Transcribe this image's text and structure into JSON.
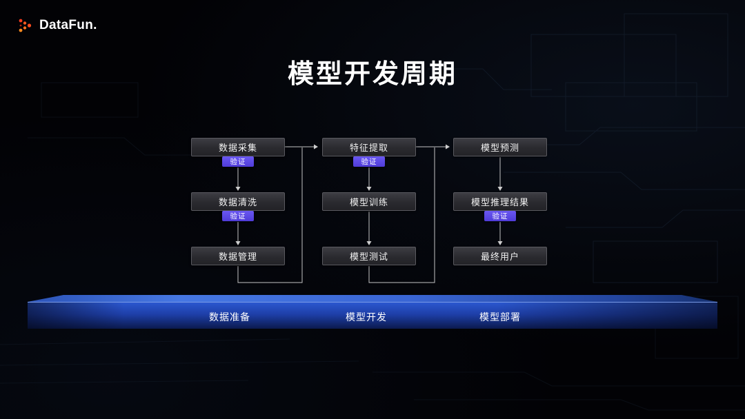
{
  "logo": {
    "text": "DataFun."
  },
  "title": "模型开发周期",
  "flow": {
    "badge_label": "验证",
    "columns": [
      {
        "stage": "数据准备",
        "boxes": [
          {
            "label": "数据采集",
            "badge": "验证"
          },
          {
            "label": "数据清洗",
            "badge": "验证"
          },
          {
            "label": "数据管理"
          }
        ]
      },
      {
        "stage": "模型开发",
        "boxes": [
          {
            "label": "特征提取",
            "badge": "验证"
          },
          {
            "label": "模型训练"
          },
          {
            "label": "模型测试"
          }
        ]
      },
      {
        "stage": "模型部署",
        "boxes": [
          {
            "label": "模型预测"
          },
          {
            "label": "模型推理结果",
            "badge": "验证"
          },
          {
            "label": "最终用户"
          }
        ]
      }
    ]
  },
  "platform": {
    "labels": [
      "数据准备",
      "模型开发",
      "模型部署"
    ]
  },
  "colors": {
    "badge": "#5a48e6",
    "box_background": "#2e2e33",
    "connector_line": "#d9d9d9",
    "platform_top": "#3f6fd9",
    "platform_front_top": "#2b57cf",
    "platform_front_bottom": "#0b1a4e",
    "logo_accent": "#ff5a1f"
  }
}
